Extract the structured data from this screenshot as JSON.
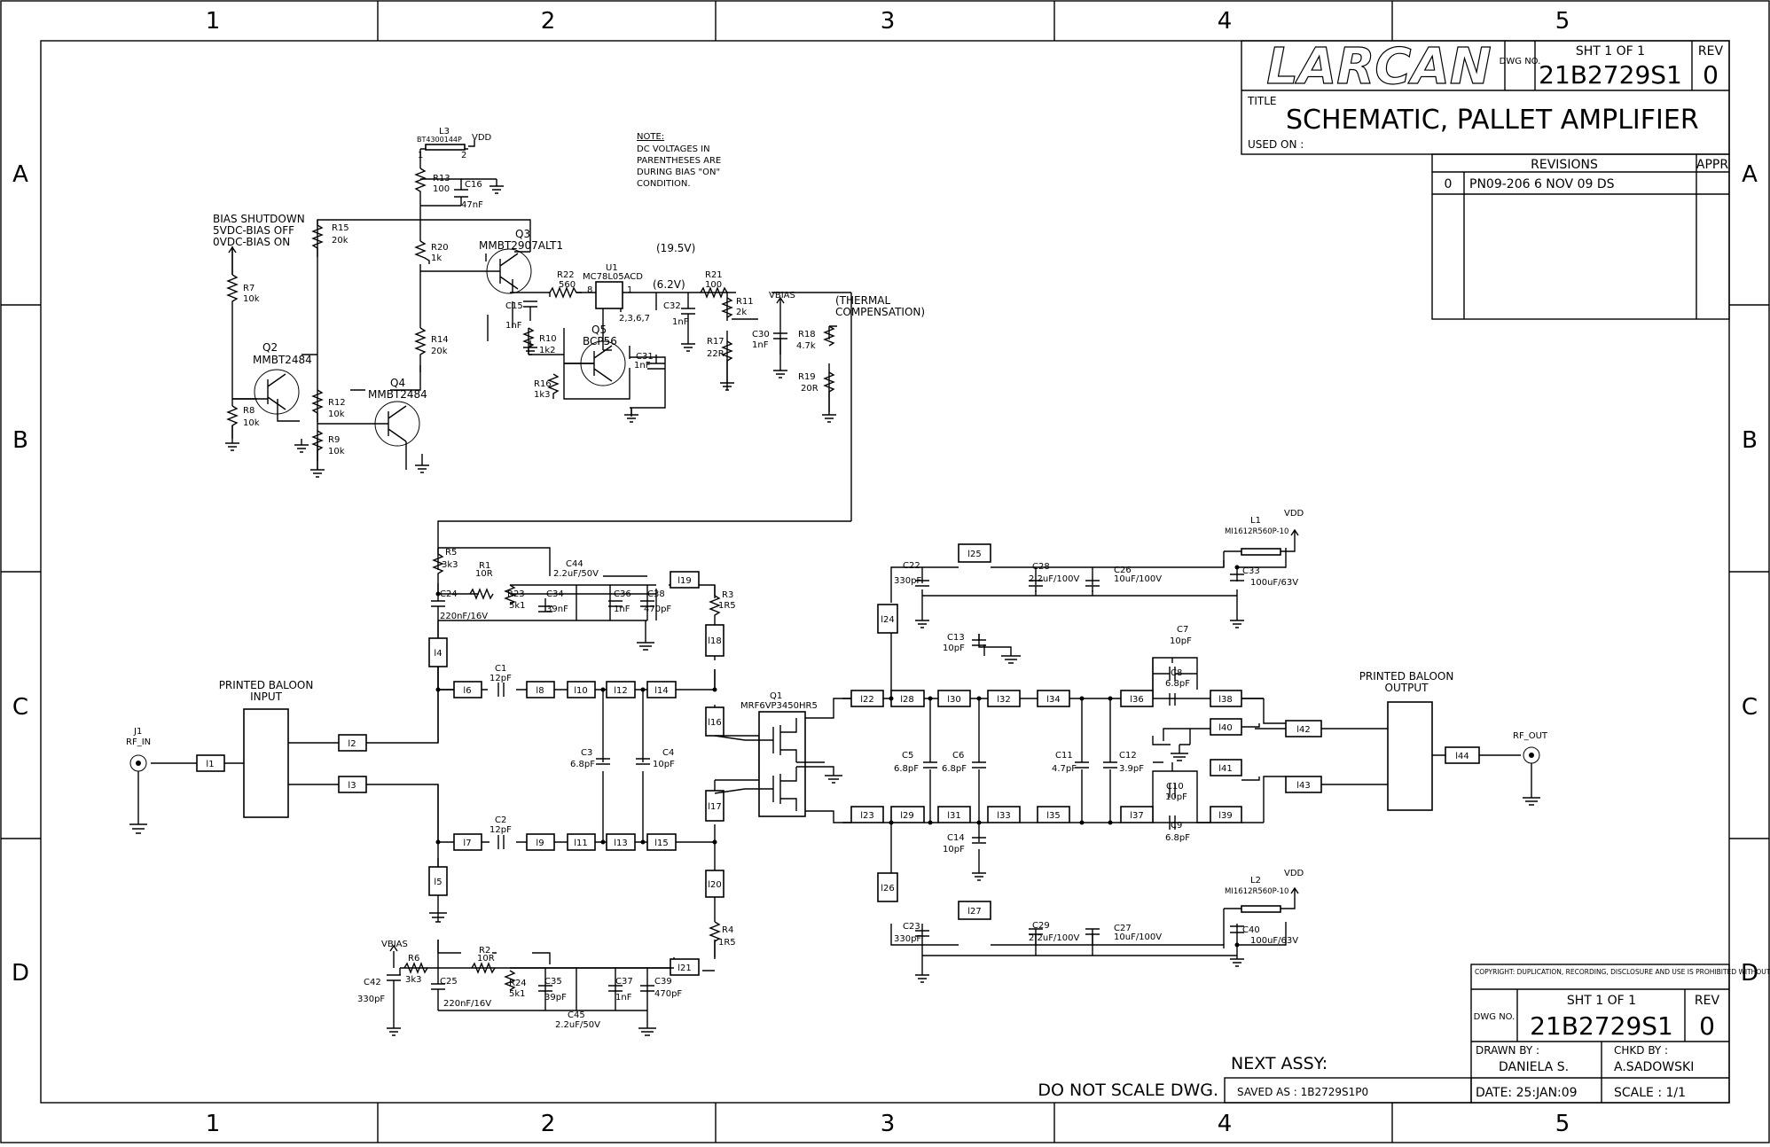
{
  "border": {
    "columns": [
      "1",
      "2",
      "3",
      "4",
      "5"
    ],
    "rows": [
      "A",
      "B",
      "C",
      "D"
    ]
  },
  "title_block": {
    "logo": "LARCAN",
    "dwg_label": "DWG NO.",
    "sheet": "SHT 1 OF 1",
    "rev_label": "REV",
    "dwg_number": "21B2729S1",
    "rev": "0",
    "title_label": "TITLE",
    "title": "SCHEMATIC, PALLET AMPLIFIER",
    "used_on": "USED ON :",
    "revisions_label": "REVISIONS",
    "appr_label": "APPR",
    "revision_row": {
      "rev": "0",
      "text": "PN09-206 6 NOV 09 DS"
    }
  },
  "bottom_block": {
    "copyright": "COPYRIGHT: DUPLICATION, RECORDING, DISCLOSURE AND USE IS PROHIBITED WITHOUT THE WRITTEN CONSENT OF LARCAN INC.",
    "dwg_label": "DWG NO.",
    "sheet": "SHT 1 OF 1",
    "rev_label": "REV",
    "dwg_number": "21B2729S1",
    "rev": "0",
    "drawn_by_label": "DRAWN BY :",
    "drawn_by": "DANIELA S.",
    "chkd_by_label": "CHKD BY :",
    "chkd_by": "A.SADOWSKI",
    "date": "DATE: 25:JAN:09",
    "scale": "SCALE : 1/1",
    "next_assy": "NEXT ASSY:",
    "do_not_scale": "DO NOT SCALE DWG.",
    "saved_as": "SAVED AS : 1B2729S1P0"
  },
  "notes": {
    "note": "NOTE:",
    "note_lines": [
      "DC VOLTAGES IN",
      "PARENTHESES ARE",
      "DURING BIAS \"ON\"",
      "CONDITION."
    ],
    "bias_shutdown": [
      "BIAS SHUTDOWN",
      "5VDC-BIAS OFF",
      "0VDC-BIAS ON"
    ],
    "thermal": [
      "(THERMAL",
      "COMPENSATION)"
    ],
    "v195": "(19.5V)",
    "v62": "(6.2V)",
    "printed_balun_input": [
      "PRINTED BALOON",
      "INPUT"
    ],
    "printed_balun_output": [
      "PRINTED BALOON",
      "OUTPUT"
    ]
  },
  "bias": {
    "L3": "L3",
    "L3_pn": "BT4300144P",
    "L3_pins": [
      "1",
      "2"
    ],
    "VDD": "VDD",
    "R13": "R13",
    "R13_v": "100",
    "C16": "C16",
    "C16_v": "47nF",
    "R15": "R15",
    "R15_v": "20k",
    "R20": "R20",
    "R20_v": "1k",
    "Q3": "Q3",
    "Q3_pn": "MMBT2907ALT1",
    "R14": "R14",
    "R14_v": "20k",
    "R7": "R7",
    "R7_v": "10k",
    "Q2": "Q2",
    "Q2_pn": "MMBT2484",
    "R8": "R8",
    "R8_v": "10k",
    "R12": "R12",
    "R12_v": "10k",
    "R9": "R9",
    "R9_v": "10k",
    "Q4": "Q4",
    "Q4_pn": "MMBT2484",
    "C15": "C15",
    "C15_v": "1nF",
    "R22": "R22",
    "R22_v": "560",
    "U1": "U1",
    "U1_pn": "MC78L05ACD",
    "U1_pin8": "8",
    "U1_pin1": "1",
    "U1_pins": "2,3,6,7",
    "C32": "C32",
    "C32_v": "1nF",
    "R10": "R10",
    "R10_v": "1k2",
    "Q5": "Q5",
    "Q5_pn": "BCP56",
    "C31": "C31",
    "C31_v": "1nF",
    "R16": "R16",
    "R16_v": "1k3",
    "R21": "R21",
    "R21_v": "100",
    "R11": "R11",
    "R11_v": "2k",
    "R17": "R17",
    "R17_v": "22R",
    "VBIAS": "VBIAS",
    "C30": "C30",
    "C30_v": "1nF",
    "R18": "R18",
    "R18_v": "4.7k",
    "R19": "R19",
    "R19_v": "20R"
  },
  "input": {
    "J1": "J1",
    "RF_IN": "RF_IN",
    "l1": "l1",
    "l2": "l2",
    "l3": "l3",
    "l4": "l4",
    "l5": "l5",
    "l6": "l6",
    "l7": "l7",
    "l8": "l8",
    "l9": "l9",
    "l10": "l10",
    "l11": "l11",
    "l12": "l12",
    "l13": "l13",
    "l14": "l14",
    "l15": "l15",
    "l16": "l16",
    "l17": "l17",
    "l18": "l18",
    "l19": "l19",
    "l20": "l20",
    "l21": "l21",
    "C1": "C1",
    "C1_v": "12pF",
    "C2": "C2",
    "C2_v": "12pF",
    "C3": "C3",
    "C3_v": "6.8pF",
    "C4": "C4",
    "C4_v": "10pF",
    "R5": "R5",
    "R5_v": "3k3",
    "R1": "R1",
    "R1_v": "10R",
    "C44": "C44",
    "C44_v": "2.2uF/50V",
    "C24": "C24",
    "C24_v": "220nF/16V",
    "R23": "R23",
    "R23_v": "5k1",
    "C34": "C34",
    "C34_v": "39nF",
    "C36": "C36",
    "C36_v": "1nF",
    "C38": "C38",
    "C38_v": "470pF",
    "R3": "R3",
    "R3_v": "1R5",
    "R4": "R4",
    "R4_v": "1R5",
    "VBIAS": "VBIAS",
    "C42": "C42",
    "C42_v": "330pF",
    "R6": "R6",
    "R6_v": "3k3",
    "R2": "R2",
    "R2_v": "10R",
    "C25": "C25",
    "C25_v": "220nF/16V",
    "R24": "R24",
    "R24_v": "5k1",
    "C35": "C35",
    "C35_v": "39pF",
    "C37": "C37",
    "C37_v": "1nF",
    "C39": "C39",
    "C39_v": "470pF",
    "C45": "C45",
    "C45_v": "2.2uF/50V"
  },
  "device": {
    "Q1": "Q1",
    "Q1_pn": "MRF6VP3450HR5"
  },
  "output": {
    "l22": "l22",
    "l23": "l23",
    "l24": "l24",
    "l25": "l25",
    "l26": "l26",
    "l27": "l27",
    "l28": "l28",
    "l29": "l29",
    "l30": "l30",
    "l31": "l31",
    "l32": "l32",
    "l33": "l33",
    "l34": "l34",
    "l35": "l35",
    "l36": "l36",
    "l37": "l37",
    "l38": "l38",
    "l39": "l39",
    "l40": "l40",
    "l41": "l41",
    "l42": "l42",
    "l43": "l43",
    "l44": "l44",
    "C22": "C22",
    "C22_v": "330pF",
    "C28": "C28",
    "C28_v": "2.2uF/100V",
    "C26": "C26",
    "C26_v": "10uF/100V",
    "L1": "L1",
    "L1_pn": "MI1612R560P-10",
    "C33": "C33",
    "C33_v": "100uF/63V",
    "C13": "C13",
    "C13_v": "10pF",
    "C7": "C7",
    "C7_v": "10pF",
    "C8": "C8",
    "C8_v": "6.8pF",
    "C5": "C5",
    "C5_v": "6.8pF",
    "C6": "C6",
    "C6_v": "6.8pF",
    "C11": "C11",
    "C11_v": "4.7pF",
    "C12": "C12",
    "C12_v": "3.9pF",
    "C10": "C10",
    "C10_v": "10pF",
    "C9": "C9",
    "C9_v": "6.8pF",
    "C14": "C14",
    "C14_v": "10pF",
    "C23": "C23",
    "C23_v": "330pF",
    "C29": "C29",
    "C29_v": "2.2uF/100V",
    "C27": "C27",
    "C27_v": "10uF/100V",
    "L2": "L2",
    "L2_pn": "MI1612R560P-10",
    "C40": "C40",
    "C40_v": "100uF/63V",
    "RF_OUT": "RF_OUT",
    "VDD": "VDD"
  }
}
